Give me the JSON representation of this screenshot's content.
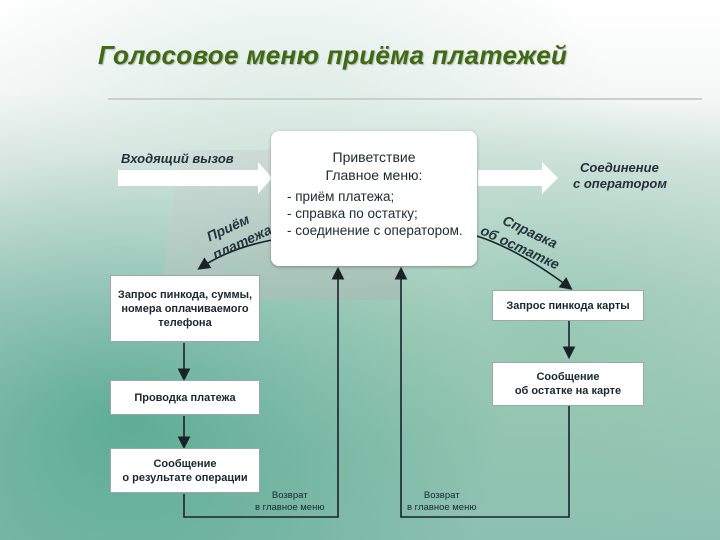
{
  "title": "Голосовое меню приёма платежей",
  "labels": {
    "incoming_call": "Входящий вызов",
    "operator_connection_line1": "Соединение",
    "operator_connection_line2": "с оператором",
    "payment_acceptance_line1": "Приём",
    "payment_acceptance_line2": "платежа",
    "balance_info_line1": "Справка",
    "balance_info_line2": "об остатке"
  },
  "center_box": {
    "greeting": "Приветствие",
    "main_menu": "Главное меню:",
    "items": [
      "- приём платежа;",
      "- справка по остатку;",
      "- соединение с оператором."
    ]
  },
  "left_flow": [
    {
      "lines": [
        "Запрос пинкода, суммы,",
        "номера оплачиваемого",
        "телефона"
      ]
    },
    {
      "lines": [
        "Проводка платежа"
      ]
    },
    {
      "lines": [
        "Сообщение",
        "о результате операции"
      ]
    }
  ],
  "right_flow": [
    {
      "lines": [
        "Запрос пинкода карты"
      ]
    },
    {
      "lines": [
        "Сообщение",
        "об остатке на карте"
      ]
    }
  ],
  "return_labels": {
    "left_line1": "Возврат",
    "left_line2": "в главное меню",
    "right_line1": "Возврат",
    "right_line2": "в главное меню"
  }
}
